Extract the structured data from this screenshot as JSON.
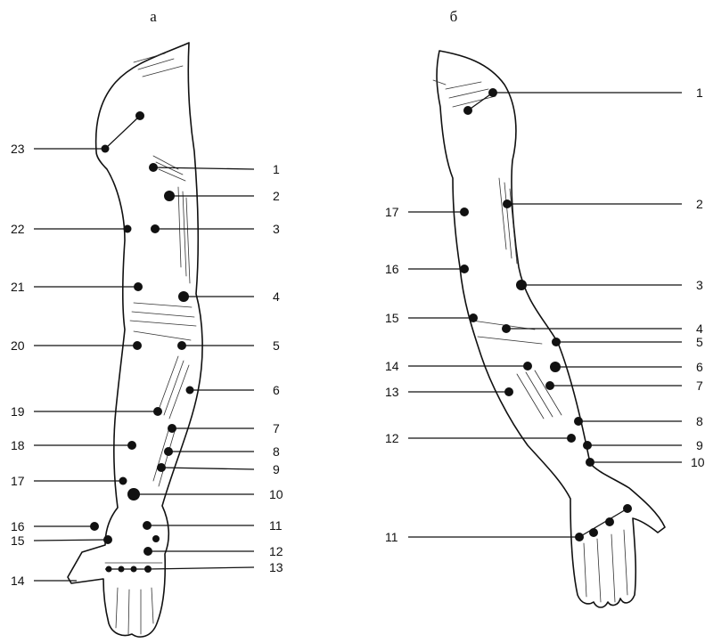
{
  "panel_a": {
    "title": "а",
    "labels": [
      "1",
      "2",
      "3",
      "4",
      "5",
      "6",
      "7",
      "8",
      "9",
      "10",
      "11",
      "12",
      "13",
      "14",
      "15",
      "16",
      "17",
      "18",
      "19",
      "20",
      "21",
      "22",
      "23"
    ]
  },
  "panel_b": {
    "title": "б",
    "labels": [
      "1",
      "2",
      "3",
      "4",
      "5",
      "6",
      "7",
      "8",
      "9",
      "10",
      "11",
      "12",
      "13",
      "14",
      "15",
      "16",
      "17"
    ]
  }
}
